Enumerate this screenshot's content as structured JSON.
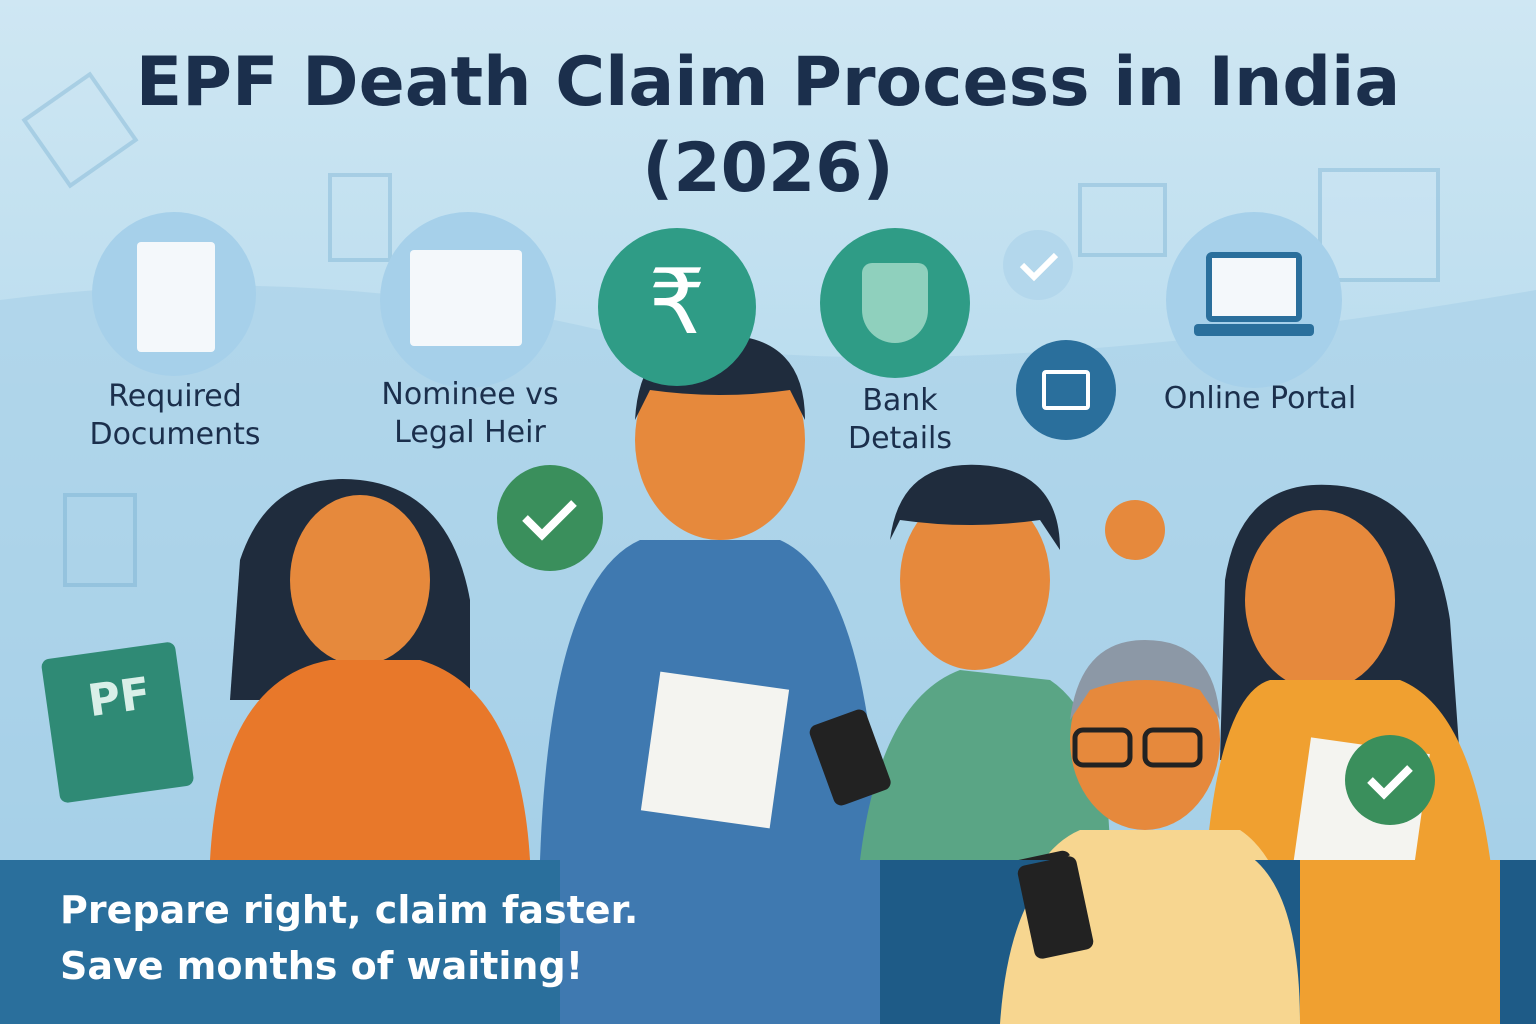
{
  "title": {
    "line1": "EPF Death Claim Process in India",
    "line2": "(2026)"
  },
  "icons": [
    {
      "name": "document-icon",
      "label1": "Required",
      "label2": "Documents"
    },
    {
      "name": "id-card-icon",
      "label1": "Nominee vs",
      "label2": "Legal Heir"
    },
    {
      "name": "rupee-icon",
      "symbol": "₹"
    },
    {
      "name": "bank-shield-icon",
      "label1": "Bank",
      "label2": "Details"
    },
    {
      "name": "laptop-icon",
      "label1": "Online Portal"
    }
  ],
  "pf_card": "PF",
  "banner": {
    "line1": "Prepare right, claim faster.",
    "line2": "Save months of waiting!"
  },
  "colors": {
    "title": "#1b2f4c",
    "teal": "#2f9c86",
    "green": "#3a8f5c",
    "banner": "#1e5b87"
  }
}
